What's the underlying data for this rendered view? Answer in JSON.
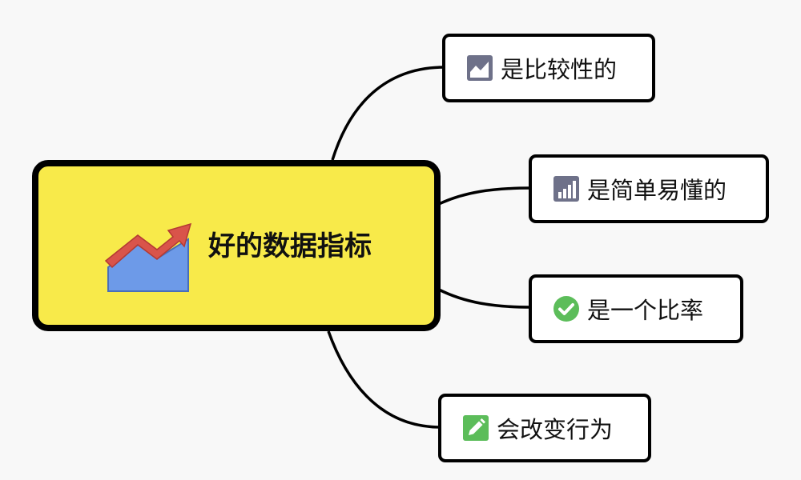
{
  "central": {
    "title": "好的数据指标",
    "icon": "trend-chart-icon",
    "colors": {
      "fill": "#f8ea4a",
      "arrow": "#d9544a",
      "area": "#6d9ae8"
    }
  },
  "branches": [
    {
      "label": "是比较性的",
      "icon": "line-chart-icon"
    },
    {
      "label": "是简单易懂的",
      "icon": "bar-chart-icon"
    },
    {
      "label": "是一个比率",
      "icon": "check-circle-icon"
    },
    {
      "label": "会改变行为",
      "icon": "edit-icon"
    }
  ],
  "colors": {
    "background": "#f8f8f8",
    "chart_icon": "#6e7189",
    "check": "#5cbd5a",
    "edit": "#5cbd5a"
  }
}
